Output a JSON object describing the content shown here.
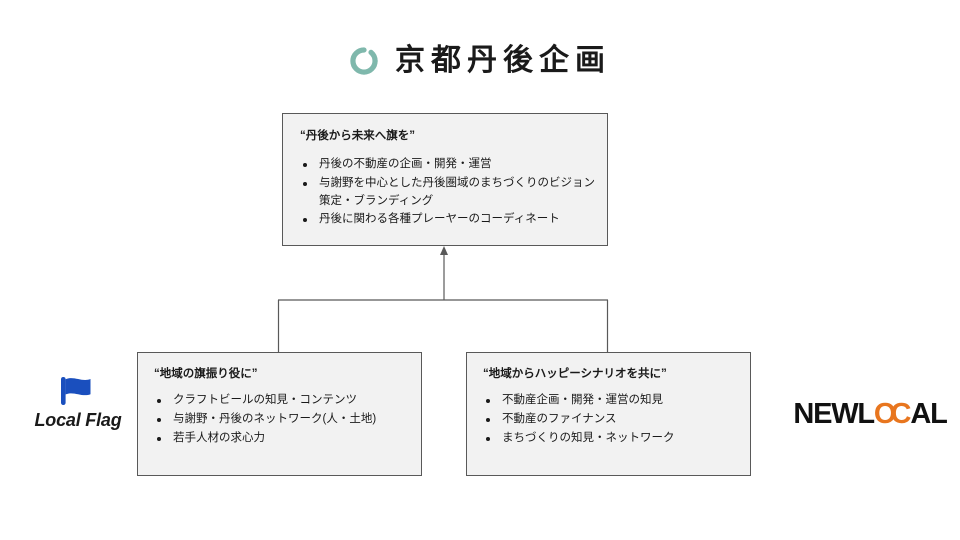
{
  "brand": {
    "mark_icon": "teal-ring-icon",
    "mark_color": "#7fb8ac",
    "title": "京都丹後企画"
  },
  "diagram": {
    "type": "hierarchy",
    "box_fill": "#f2f2f2",
    "box_border": "#595959",
    "connector_color": "#595959",
    "top": {
      "title": "“丹後から未来へ旗を”",
      "bullets": [
        "丹後の不動産の企画・開発・運営",
        "与謝野を中心とした丹後圏域のまちづくりのビジョン策定・ブランディング",
        "丹後に関わる各種プレーヤーのコーディネート"
      ]
    },
    "left": {
      "title": "“地域の旗振り役に”",
      "bullets": [
        "クラフトビールの知見・コンテンツ",
        "与謝野・丹後のネットワーク(人・土地)",
        "若手人材の求心力"
      ]
    },
    "right": {
      "title": "“地域からハッピーシナリオを共に”",
      "bullets": [
        "不動産企画・開発・運営の知見",
        "不動産のファイナンス",
        "まちづくりの知見・ネットワーク"
      ]
    }
  },
  "partners": {
    "left_logo": {
      "icon": "blue-flag-icon",
      "icon_color": "#1a4fbe",
      "wordmark": "Local Flag"
    },
    "right_logo": {
      "part_one": "NEWL",
      "part_accent": "OC",
      "part_two": "AL",
      "accent_color": "#e8761f",
      "text_color": "#111111"
    }
  }
}
